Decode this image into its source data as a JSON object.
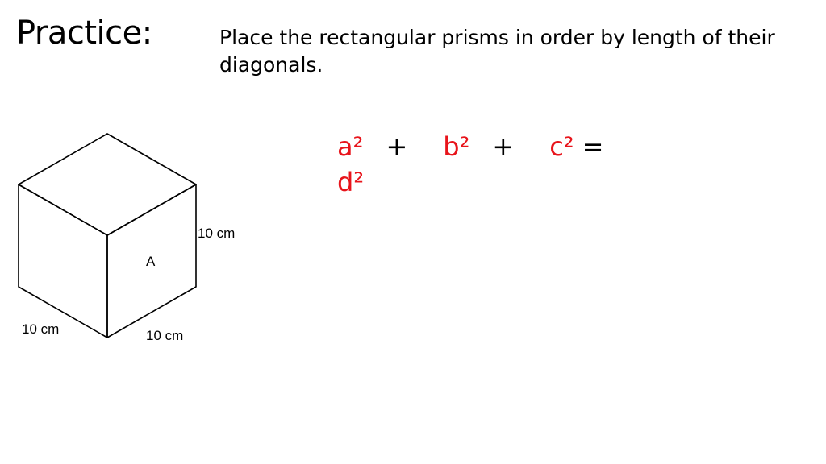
{
  "title": "Practice:",
  "instructions": "Place the rectangular prisms in order by length of their diagonals.",
  "equation": {
    "a_term": "a²",
    "plus1": "+",
    "b_term": "b²",
    "plus2": "+",
    "c_term": "c²",
    "equals": "=",
    "d_term": "d²"
  },
  "prism": {
    "label": "A",
    "height_label": "10 cm",
    "depth_label": "10 cm",
    "width_label": "10 cm"
  },
  "colors": {
    "equation_terms": "#e8141b"
  }
}
